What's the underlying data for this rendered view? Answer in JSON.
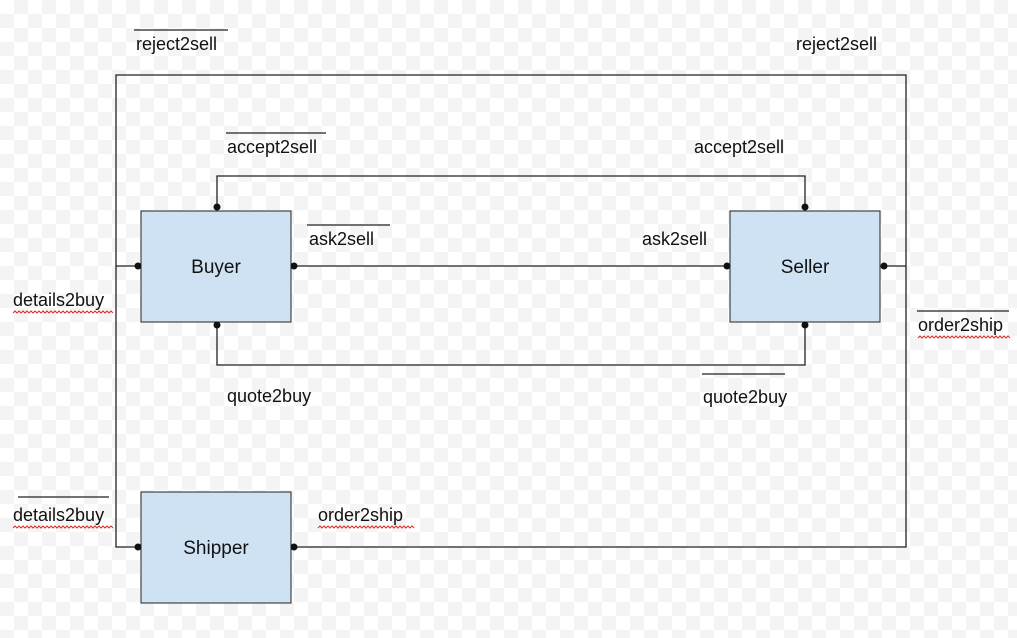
{
  "nodes": {
    "buyer": "Buyer",
    "seller": "Seller",
    "shipper": "Shipper"
  },
  "labels": {
    "reject2sell_left": "reject2sell",
    "reject2sell_right": "reject2sell",
    "accept2sell_left": "accept2sell",
    "accept2sell_right": "accept2sell",
    "ask2sell_left": "ask2sell",
    "ask2sell_right": "ask2sell",
    "details2buy_top": "details2buy",
    "details2buy_bottom": "details2buy",
    "order2ship_right": "order2ship",
    "order2ship_bottom": "order2ship",
    "quote2buy_left": "quote2buy",
    "quote2buy_right": "quote2buy"
  },
  "colors": {
    "box_fill": "#cfe2f3",
    "line": "#222222",
    "spellcheck": "#d93025"
  }
}
